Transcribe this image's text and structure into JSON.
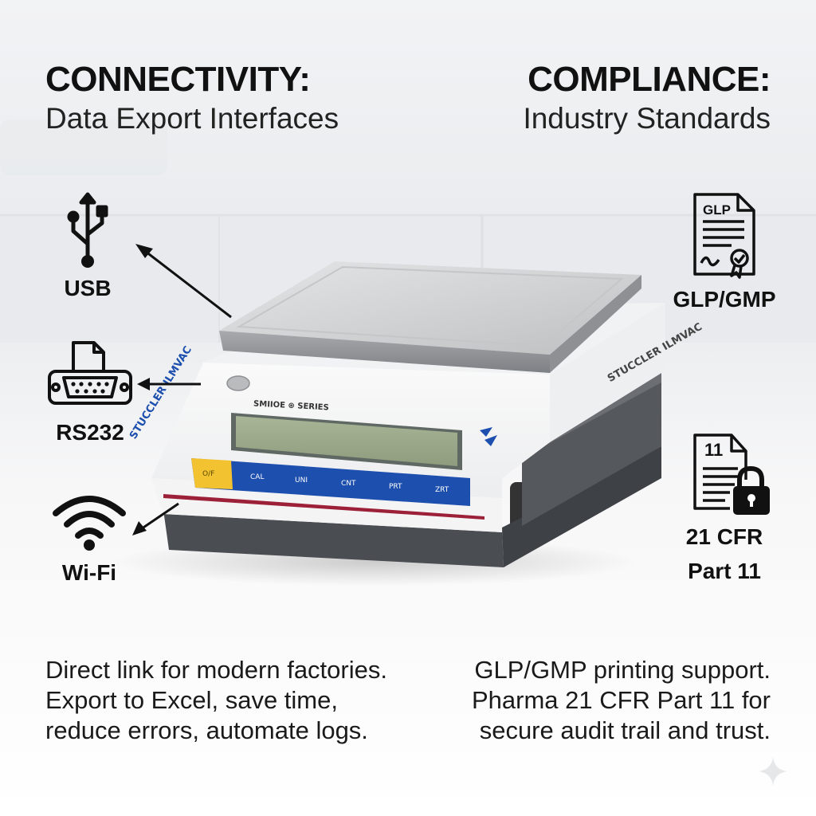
{
  "connectivity": {
    "heading": "CONNECTIVITY:",
    "subheading": "Data Export Interfaces",
    "interfaces": [
      {
        "label": "USB",
        "icon": "usb-icon"
      },
      {
        "label": "RS232",
        "icon": "serial-port-icon"
      },
      {
        "label": "Wi-Fi",
        "icon": "wifi-icon"
      }
    ],
    "body_lines": [
      "Direct link for modern factories.",
      "Export to Excel, save time,",
      "reduce errors, automate logs."
    ]
  },
  "compliance": {
    "heading": "COMPLIANCE:",
    "subheading": "Industry Standards",
    "standards": [
      {
        "label": "GLP/GMP",
        "icon": "certified-document-icon",
        "icon_text": "GLP"
      },
      {
        "label_lines": [
          "21 CFR",
          "Part 11"
        ],
        "icon": "locked-document-icon",
        "icon_text": "11"
      }
    ],
    "body_lines": [
      "GLP/GMP printing support.",
      "Pharma 21 CFR Part 11 for",
      "secure audit trail and trust."
    ]
  },
  "scale": {
    "brand_front": "STUCCLER ILMVAC",
    "brand_side": "STUCCLER ILMVAC",
    "series": "SMIIOE ⊛ SERIES",
    "keys": [
      "O/F",
      "CAL",
      "UNI",
      "CNT",
      "PRT",
      "ZRT"
    ]
  },
  "colors": {
    "key_blue": "#1d4fae",
    "key_yellow": "#f2c230",
    "display": "#9aa887",
    "stripe": "#9c2038"
  }
}
